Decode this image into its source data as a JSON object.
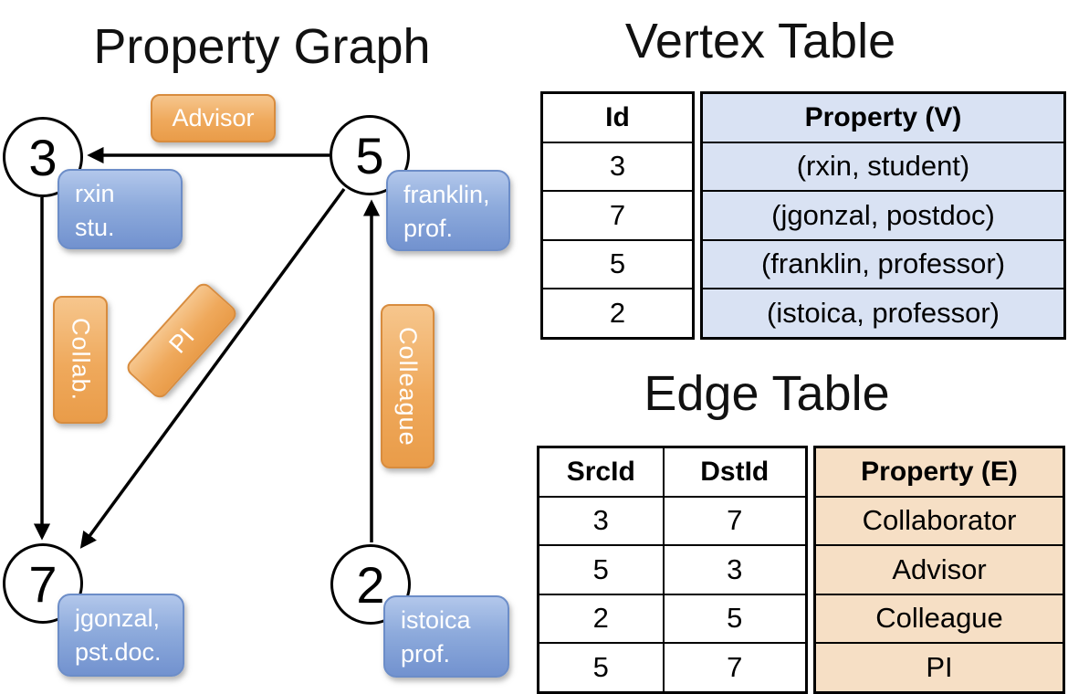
{
  "graph": {
    "title": "Property Graph",
    "node3": {
      "id": "3",
      "prop_line1": "rxin",
      "prop_line2": "stu."
    },
    "node5": {
      "id": "5",
      "prop_line1": "franklin,",
      "prop_line2": "prof."
    },
    "node7": {
      "id": "7",
      "prop_line1": "jgonzal,",
      "prop_line2": "pst.doc."
    },
    "node2": {
      "id": "2",
      "prop_line1": "istoica",
      "prop_line2": "prof."
    },
    "edges": {
      "advisor": "Advisor",
      "collab": "Collab.",
      "pi": "PI",
      "colleague": "Colleague"
    }
  },
  "vertex_table": {
    "title": "Vertex Table",
    "headers": {
      "id": "Id",
      "property": "Property (V)"
    },
    "rows": [
      {
        "id": "3",
        "property": "(rxin, student)"
      },
      {
        "id": "7",
        "property": "(jgonzal, postdoc)"
      },
      {
        "id": "5",
        "property": "(franklin, professor)"
      },
      {
        "id": "2",
        "property": "(istoica, professor)"
      }
    ]
  },
  "edge_table": {
    "title": "Edge Table",
    "headers": {
      "src": "SrcId",
      "dst": "DstId",
      "property": "Property (E)"
    },
    "rows": [
      {
        "src": "3",
        "dst": "7",
        "property": "Collaborator"
      },
      {
        "src": "5",
        "dst": "3",
        "property": "Advisor"
      },
      {
        "src": "2",
        "dst": "5",
        "property": "Colleague"
      },
      {
        "src": "5",
        "dst": "7",
        "property": "PI"
      }
    ]
  },
  "colors": {
    "edge_label_orange": "#efa95c",
    "edge_label_border": "#d88c3e",
    "vertex_box_blue": "#8eabdc",
    "vertex_box_border": "#6c8dc8",
    "vertex_property_bg": "#d9e2f3",
    "edge_property_bg": "#f6dfc5",
    "line_color": "#000000"
  }
}
